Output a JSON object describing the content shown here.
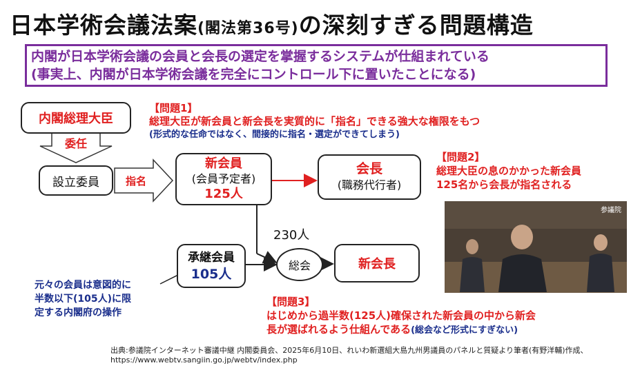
{
  "title": {
    "main": "日本学術会議法案",
    "sub": "(閣法第36号)",
    "rest": "の深刻すぎる問題構造"
  },
  "summary": {
    "line1": "内閣が日本学術会議の会員と会長の選定を掌握するシステムが仕組まれている",
    "line2": "(事実上、内閣が日本学術会議を完全にコントロール下に置いたことになる)"
  },
  "nodes": {
    "pm": "内閣総理大臣",
    "delegate": "委任",
    "committee": "設立委員",
    "appoint": "指名",
    "new_members": {
      "title": "新会員",
      "sub": "(会員予定者)",
      "count": "125人"
    },
    "chair": {
      "title": "会長",
      "sub": "(職務代行者)"
    },
    "successors": {
      "title": "承継会員",
      "count": "105人"
    },
    "total": "230人",
    "assembly": "総会",
    "new_chair": "新会長"
  },
  "problems": {
    "p1": {
      "heading": "【問題1】",
      "line1": "総理大臣が新会員と新会長を実質的に「指名」できる強大な権限をもつ",
      "line2": "(形式的な任命ではなく、間接的に指名・選定ができてしまう)"
    },
    "p2": {
      "heading": "【問題2】",
      "line1": "総理大臣の息のかかった新会員",
      "line2": "125名から会長が指名される"
    },
    "p3": {
      "heading": "【問題3】",
      "line1": "はじめから過半数(125人)確保された新会員の中から新会",
      "line2": "長が選ばれるよう仕組んである",
      "line2_note": "(総会など形式にすぎない)"
    }
  },
  "side_note": {
    "line1": "元々の会員は意図的に",
    "line2": "半数以下(105人)に限",
    "line3": "定する内閣府の操作"
  },
  "photo": {
    "label": "参議院"
  },
  "credit": {
    "line1": "出典:参議院インターネット審議中継 内閣委員会、2025年6月10日、れいわ新選組大島九州男議員のパネルと質疑より筆者(有野洋輔)作成、",
    "line2": "https://www.webtv.sangiin.go.jp/webtv/index.php"
  },
  "colors": {
    "accent_red": "#e02020",
    "purple": "#7a2d9c",
    "navy": "#1a2e8c"
  }
}
